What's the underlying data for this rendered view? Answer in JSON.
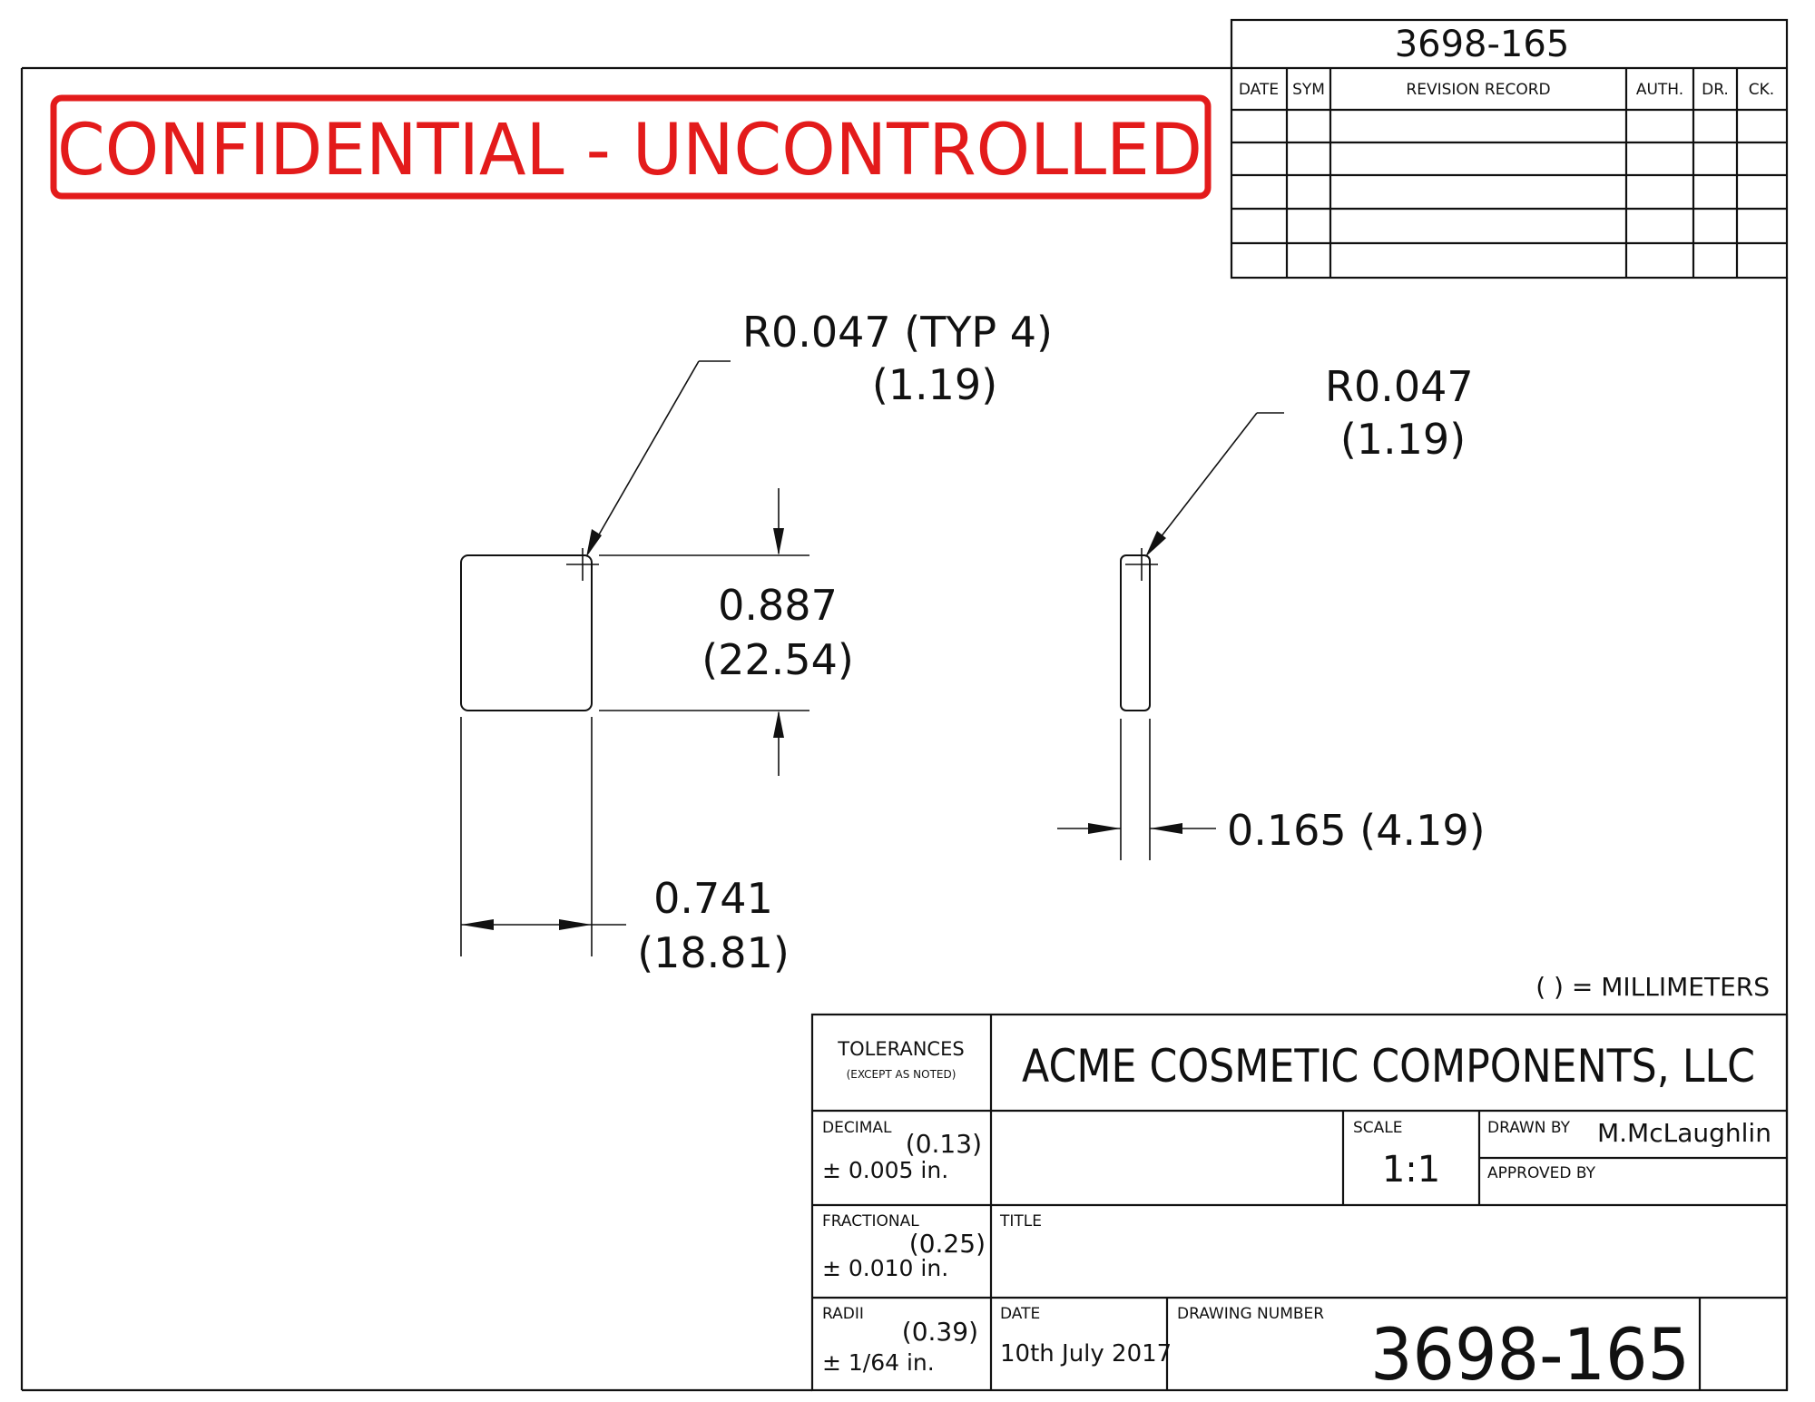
{
  "drawing_number_top": "3698-165",
  "revision_table": {
    "headers": {
      "date": "DATE",
      "sym": "SYM",
      "record": "REVISION RECORD",
      "auth": "AUTH.",
      "dr": "DR.",
      "ck": "CK."
    }
  },
  "stamp": {
    "text": "CONFIDENTIAL - UNCONTROLLED",
    "color": "#e31b1b"
  },
  "front_view": {
    "radius_label": "R0.047 (TYP 4)",
    "radius_mm": "(1.19)",
    "height_in": "0.887",
    "height_mm": "(22.54)",
    "width_in": "0.741",
    "width_mm": "(18.81)"
  },
  "side_view": {
    "radius_label": "R0.047",
    "radius_mm": "(1.19)",
    "thickness": "0.165 (4.19)"
  },
  "units_note": "( ) = MILLIMETERS",
  "title_block": {
    "tolerances_heading": "TOLERANCES",
    "tolerances_sub": "(EXCEPT AS NOTED)",
    "decimal_label": "DECIMAL",
    "decimal_mm": "(0.13)",
    "decimal_value": "± 0.005 in.",
    "fractional_label": "FRACTIONAL",
    "fractional_mm": "(0.25)",
    "fractional_value": "± 0.010 in.",
    "radii_label": "RADII",
    "radii_mm": "(0.39)",
    "radii_value": "± 1/64 in.",
    "company": "ACME COSMETIC COMPONENTS, LLC",
    "scale_label": "SCALE",
    "scale_value": "1:1",
    "drawn_by_label": "DRAWN BY",
    "drawn_by_value": "M.McLaughlin",
    "approved_by_label": "APPROVED BY",
    "title_label": "TITLE",
    "date_label": "DATE",
    "date_value": "10th July 2017",
    "drawing_number_label": "DRAWING NUMBER",
    "drawing_number": "3698-165"
  }
}
